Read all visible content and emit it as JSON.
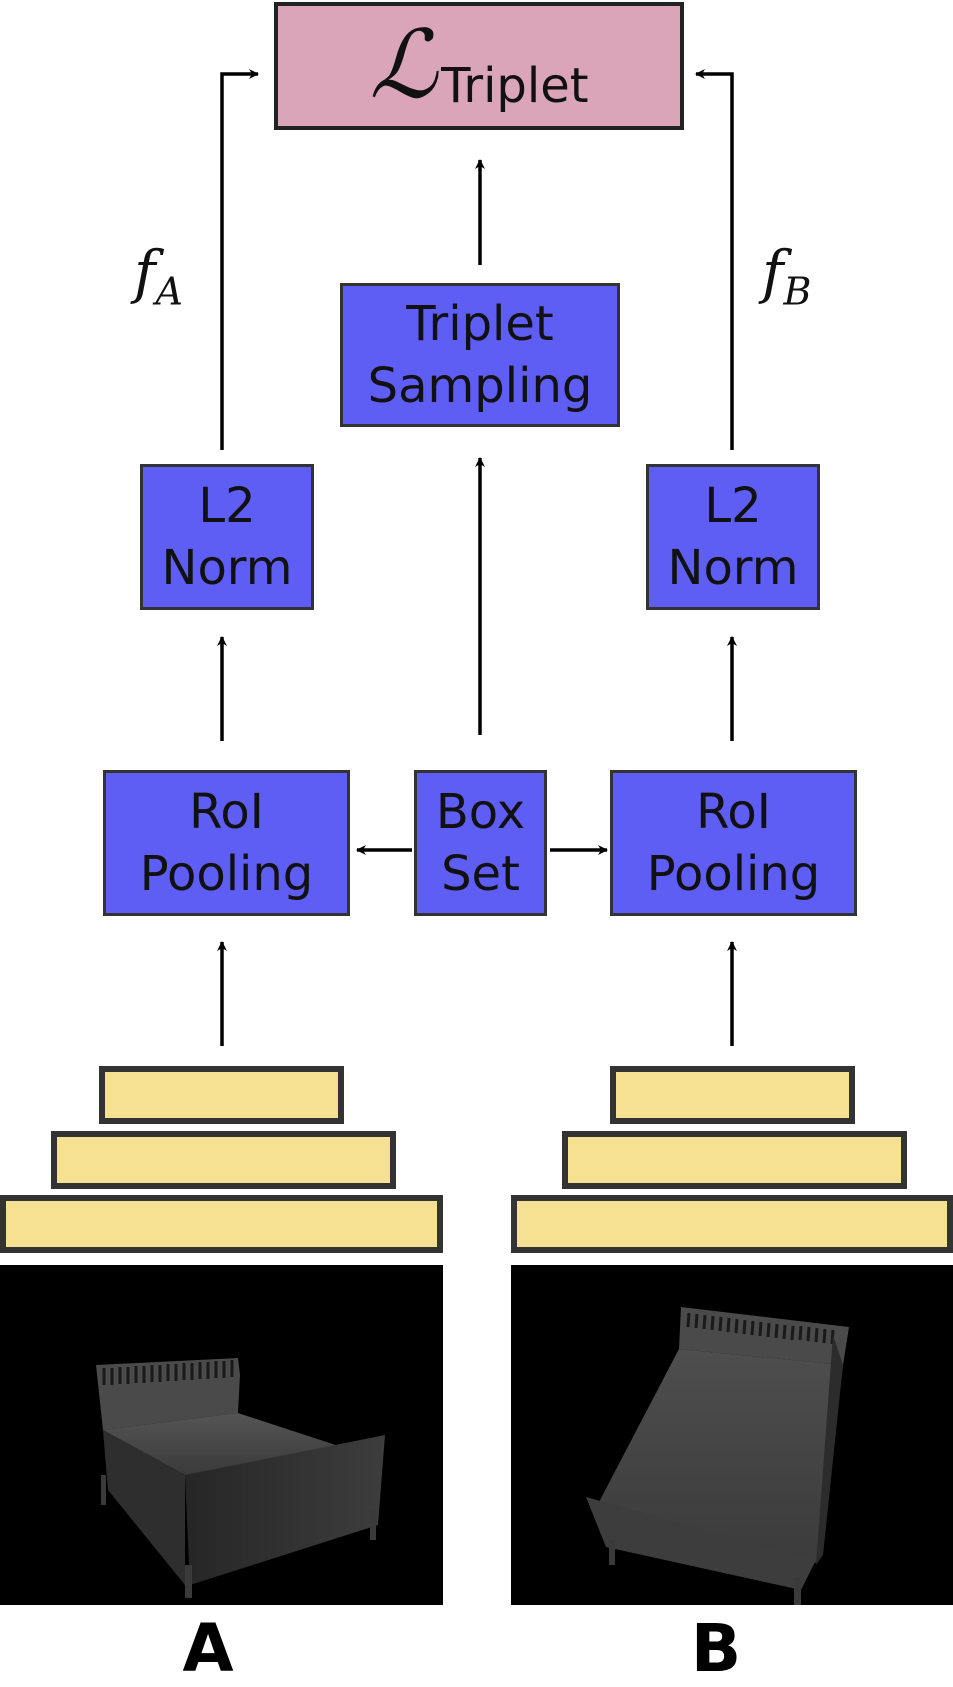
{
  "loss": {
    "symbol": "ℒ",
    "subscript": "Triplet"
  },
  "features": {
    "a": {
      "symbol": "f",
      "subscript": "A"
    },
    "b": {
      "symbol": "f",
      "subscript": "B"
    }
  },
  "boxes": {
    "triplet_sampling": {
      "line1": "Triplet",
      "line2": "Sampling"
    },
    "l2_norm_a": {
      "line1": "L2",
      "line2": "Norm"
    },
    "l2_norm_b": {
      "line1": "L2",
      "line2": "Norm"
    },
    "roi_pooling_a": {
      "line1": "RoI",
      "line2": "Pooling"
    },
    "box_set": {
      "line1": "Box",
      "line2": "Set"
    },
    "roi_pooling_b": {
      "line1": "RoI",
      "line2": "Pooling"
    }
  },
  "panels": {
    "a": {
      "label": "A"
    },
    "b": {
      "label": "B"
    }
  },
  "colors": {
    "loss_fill": "#dba5b9",
    "module_fill": "#5e5ef5",
    "feature_fill": "#f5e191",
    "border": "#333333"
  }
}
